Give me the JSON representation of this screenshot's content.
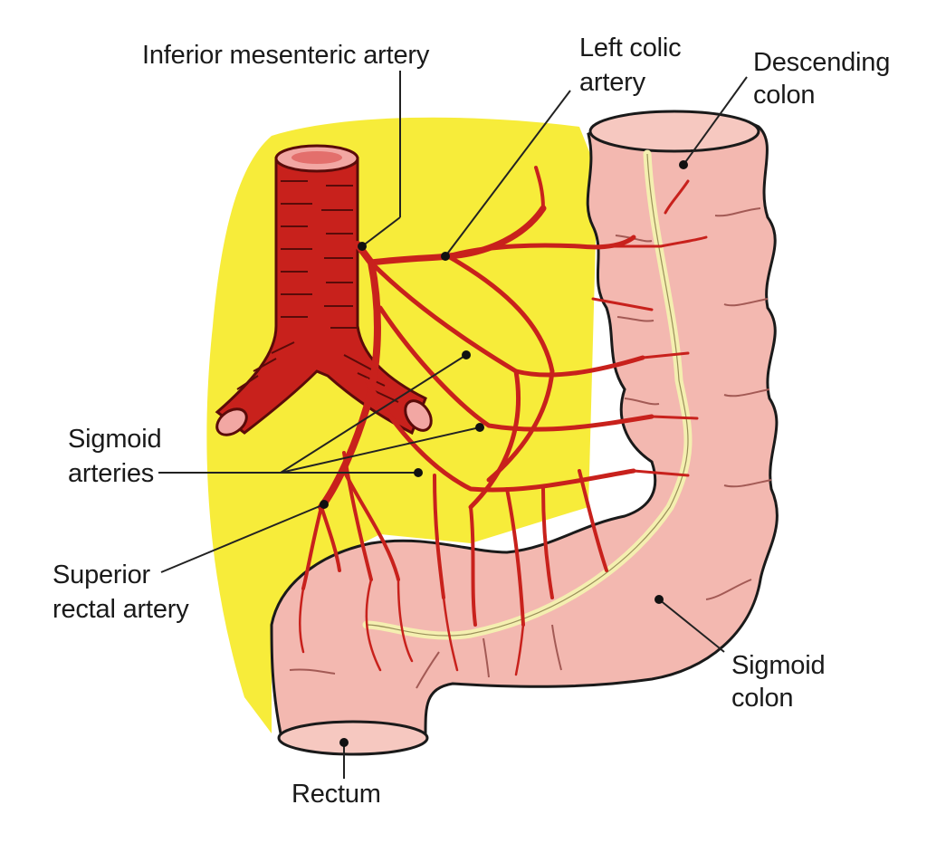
{
  "labels": {
    "inferior_mesenteric_artery": "Inferior mesenteric artery",
    "left_colic_line1": "Left colic",
    "left_colic_line2": "artery",
    "descending_line1": "Descending",
    "descending_line2": "colon",
    "sigmoid_arteries_line1": "Sigmoid",
    "sigmoid_arteries_line2": "arteries",
    "superior_rectal_line1": "Superior",
    "superior_rectal_line2": "rectal artery",
    "sigmoid_colon_line1": "Sigmoid",
    "sigmoid_colon_line2": "colon",
    "rectum": "Rectum"
  },
  "colors": {
    "background_highlight": "#f7ec3a",
    "artery": "#c8211c",
    "artery_dark": "#7a0f0c",
    "colon": "#f3b8b0",
    "colon_shade": "#e0918a",
    "taenia": "#f4efb0"
  }
}
